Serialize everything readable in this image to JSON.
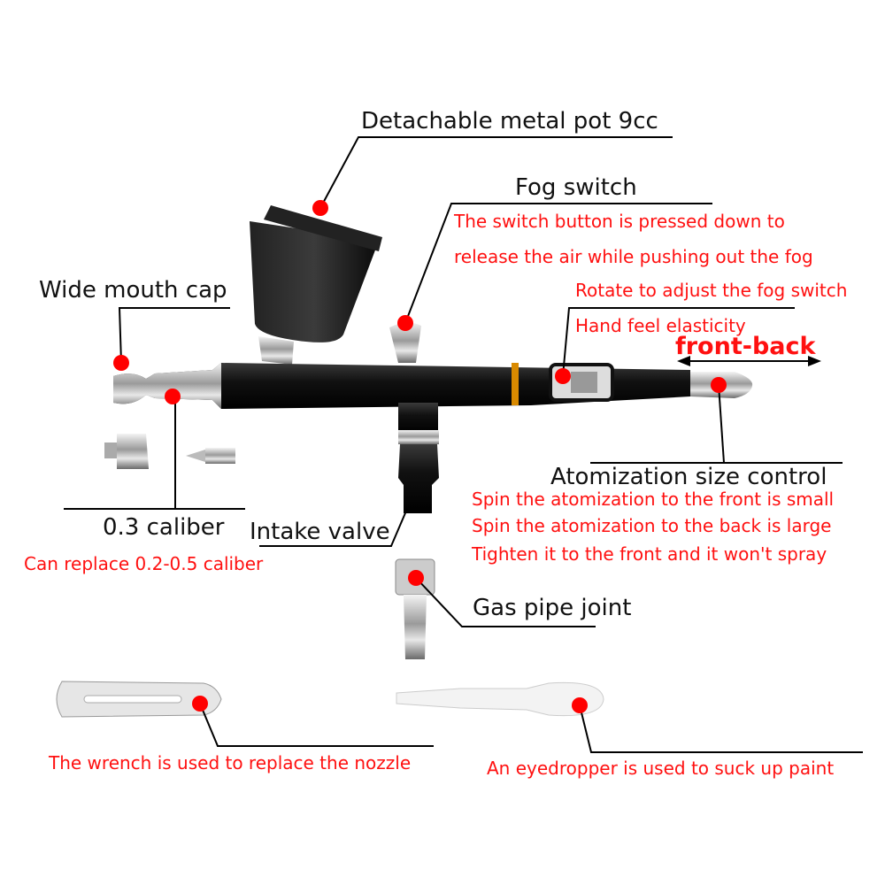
{
  "labels": {
    "pot": "Detachable metal pot 9cc",
    "fog_switch": "Fog switch",
    "fog_desc_1": "The switch button is pressed down to",
    "fog_desc_2": "release the air while pushing out the fog",
    "wide_mouth_cap": "Wide mouth cap",
    "rotate": "Rotate to adjust the fog switch",
    "hand_feel": "Hand feel elasticity",
    "front_back": "front-back",
    "atomization": "Atomization size control",
    "atom_desc_1": "Spin the atomization to the front is small",
    "atom_desc_2": "Spin the atomization to the back is large",
    "atom_desc_3": "Tighten it to the front and it won't spray",
    "caliber": "0.3 caliber",
    "caliber_desc": "Can replace 0.2-0.5 caliber",
    "intake_valve": "Intake valve",
    "gas_pipe": "Gas pipe joint",
    "wrench": "The wrench is used to replace the nozzle",
    "eyedropper": "An eyedropper is used to suck up paint"
  },
  "colors": {
    "marker": "#ff0000",
    "annotation": "#ff1010",
    "body": "#1a1a1a",
    "ring": "#d98a00"
  }
}
